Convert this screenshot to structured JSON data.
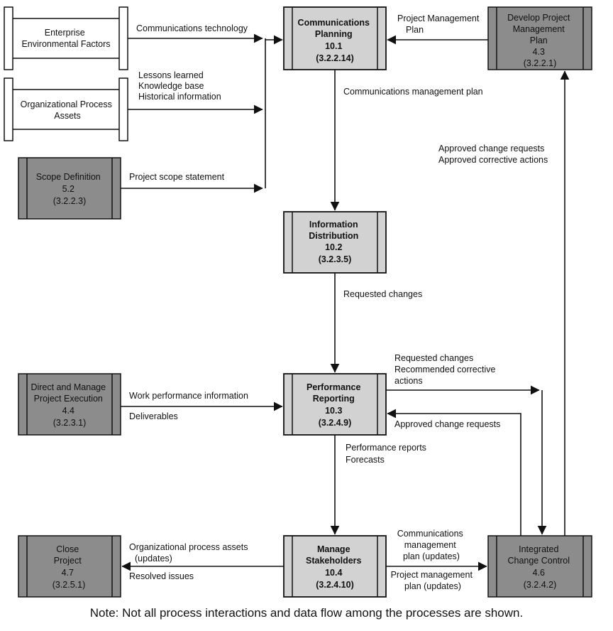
{
  "boxes": {
    "enterprise": {
      "lines": [
        "Enterprise",
        "Environmental Factors"
      ]
    },
    "org_assets": {
      "lines": [
        "Organizational Process",
        "Assets"
      ]
    },
    "scope_definition": {
      "lines": [
        "Scope Definition",
        "5.2",
        "(3.2.2.3)"
      ]
    },
    "comm_planning": {
      "lines": [
        "Communications",
        "Planning",
        "10.1",
        "(3.2.2.14)"
      ]
    },
    "develop_pmp": {
      "lines": [
        "Develop Project",
        "Management",
        "Plan",
        "4.3",
        "(3.2.2.1)"
      ]
    },
    "info_distribution": {
      "lines": [
        "Information",
        "Distribution",
        "10.2",
        "(3.2.3.5)"
      ]
    },
    "direct_manage": {
      "lines": [
        "Direct and Manage",
        "Project Execution",
        "4.4",
        "(3.2.3.1)"
      ]
    },
    "performance_reporting": {
      "lines": [
        "Performance",
        "Reporting",
        "10.3",
        "(3.2.4.9)"
      ]
    },
    "close_project": {
      "lines": [
        "Close",
        "Project",
        "4.7",
        "(3.2.5.1)"
      ]
    },
    "manage_stakeholders": {
      "lines": [
        "Manage",
        "Stakeholders",
        "10.4",
        "(3.2.4.10)"
      ]
    },
    "integrated_change": {
      "lines": [
        "Integrated",
        "Change Control",
        "4.6",
        "(3.2.4.2)"
      ]
    }
  },
  "labels": {
    "comm_tech": [
      "Communications technology"
    ],
    "lessons": [
      "Lessons learned",
      "Knowledge base",
      "Historical information"
    ],
    "scope_statement": [
      "Project scope statement"
    ],
    "pmp": [
      "Project Management",
      "Plan"
    ],
    "comm_mgmt_plan": [
      "Communications management plan"
    ],
    "approved_top": [
      "Approved change requests",
      "Approved corrective actions"
    ],
    "requested_changes": [
      "Requested changes"
    ],
    "requested_recommended": [
      "Requested changes",
      "Recommended corrective",
      "actions"
    ],
    "work_perf": [
      "Work performance information"
    ],
    "deliverables": [
      "Deliverables"
    ],
    "approved_change_requests": [
      "Approved change requests"
    ],
    "perf_reports": [
      "Performance reports",
      "Forecasts"
    ],
    "org_process_updates": [
      "Organizational process assets",
      "(updates)"
    ],
    "resolved_issues": [
      "Resolved issues"
    ],
    "comm_mgmt_updates": [
      "Communications",
      "management",
      "plan (updates)"
    ],
    "pm_plan_updates": [
      "Project management",
      "plan (updates)"
    ]
  },
  "note": "Note: Not all process interactions and data flow among the processes are shown.",
  "colors": {
    "dark_fill": "#8c8c8c",
    "light_fill": "#d2d2d2",
    "white_fill": "#ffffff",
    "stroke": "#111111"
  }
}
